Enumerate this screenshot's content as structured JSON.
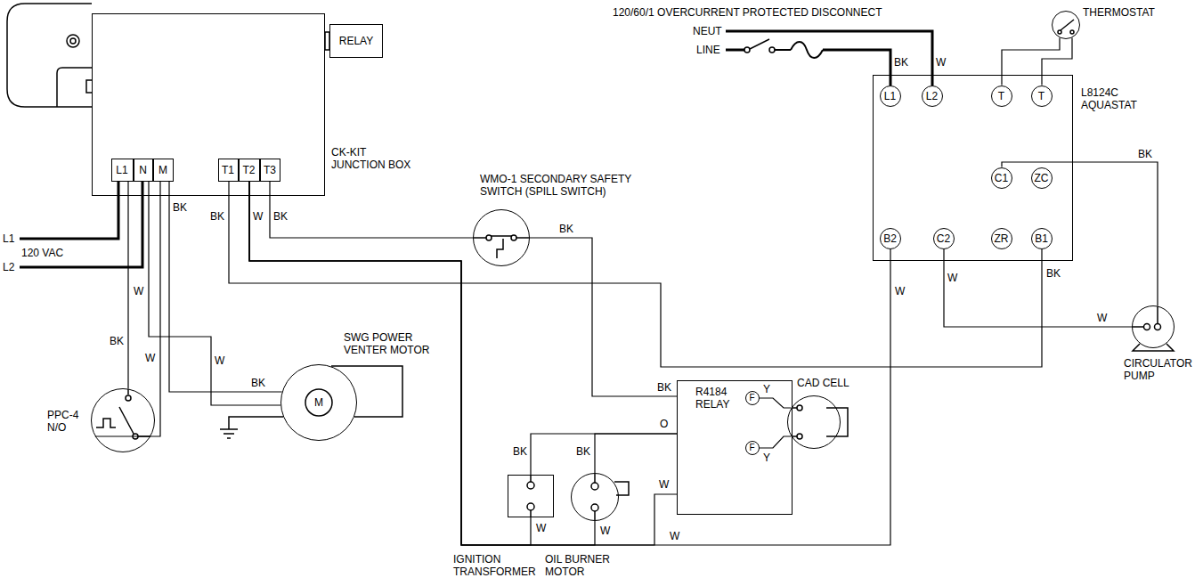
{
  "diagram": {
    "nodes": [
      {
        "text": [
          "CK-KIT JUNCTION BOX"
        ]
      },
      {
        "text": [
          "RELAY"
        ]
      },
      {
        "text": [
          "L1"
        ],
        "in": 0
      },
      {
        "text": [
          "N"
        ],
        "in": 0
      },
      {
        "text": [
          "M"
        ],
        "in": 0
      },
      {
        "text": [
          "T1"
        ],
        "in": 0
      },
      {
        "text": [
          "T2"
        ],
        "in": 0
      },
      {
        "text": [
          "T3"
        ],
        "in": 0
      },
      {
        "text": [
          "THERMOSTAT"
        ]
      },
      {
        "text": [
          "L8124C AQUASTAT"
        ]
      },
      {
        "text": [
          "L1"
        ],
        "in": 9
      },
      {
        "text": [
          "L2"
        ],
        "in": 9
      },
      {
        "text": [
          "T"
        ],
        "in": 9
      },
      {
        "text": [
          "T"
        ],
        "in": 9
      },
      {
        "text": [
          "C1"
        ],
        "in": 9
      },
      {
        "text": [
          "ZC"
        ],
        "in": 9
      },
      {
        "text": [
          "B2"
        ],
        "in": 9
      },
      {
        "text": [
          "C2"
        ],
        "in": 9
      },
      {
        "text": [
          "ZR"
        ],
        "in": 9
      },
      {
        "text": [
          "B1"
        ],
        "in": 9
      },
      {
        "text": [
          "WMO-1 SECONDARY SAFETY SWITCH (SPILL SWITCH)"
        ]
      },
      {
        "text": [
          "SWG POWER VENTER MOTOR",
          "M"
        ]
      },
      {
        "text": [
          "PPC-4 N/O"
        ]
      },
      {
        "text": [
          "CIRCULATOR PUMP"
        ]
      },
      {
        "text": [
          "R4184 RELAY"
        ]
      },
      {
        "text": [
          "F"
        ],
        "in": 24
      },
      {
        "text": [
          "F"
        ],
        "in": 24
      },
      {
        "text": [
          "CAD CELL"
        ]
      },
      {
        "text": [
          "IGNITION TRANSFORMER"
        ]
      },
      {
        "text": [
          "OIL BURNER MOTOR"
        ]
      }
    ],
    "edges": [
      {
        "from": 2,
        "to": 22,
        "arrow": "none"
      },
      {
        "from": 3,
        "to": 21,
        "arrow": "none"
      },
      {
        "from": 4,
        "to": 22,
        "arrow": "none"
      },
      {
        "from": 4,
        "to": 21,
        "arrow": "none"
      },
      {
        "from": 5,
        "to": 19,
        "arrow": "none"
      },
      {
        "from": 6,
        "to": 16,
        "arrow": "none"
      },
      {
        "from": 6,
        "to": 28,
        "arrow": "none"
      },
      {
        "from": 6,
        "to": 29,
        "arrow": "none"
      },
      {
        "from": 6,
        "to": 24,
        "arrow": "none"
      },
      {
        "from": 7,
        "to": 20,
        "arrow": "none"
      },
      {
        "from": 20,
        "to": 24,
        "arrow": "none"
      },
      {
        "from": 24,
        "to": 28,
        "arrow": "none"
      },
      {
        "from": 24,
        "to": 29,
        "arrow": "none"
      },
      {
        "from": 25,
        "to": 27,
        "arrow": "none"
      },
      {
        "from": 26,
        "to": 27,
        "arrow": "none"
      },
      {
        "from": 14,
        "to": 23,
        "arrow": "none"
      },
      {
        "from": 17,
        "to": 23,
        "arrow": "none"
      },
      {
        "from": 8,
        "to": 12,
        "arrow": "none"
      },
      {
        "from": 8,
        "to": 13,
        "arrow": "none"
      }
    ],
    "labels": [
      "120/60/1 OVERCURRENT PROTECTED DISCONNECT",
      "NEUT",
      "LINE",
      "BK",
      "W",
      "L1",
      "120 VAC",
      "L2",
      "W",
      "BK",
      "BK",
      "W",
      "BK",
      "BK",
      "W",
      "W",
      "BK",
      "BK",
      "BK",
      "O",
      "BK",
      "BK",
      "W",
      "W",
      "W",
      "W",
      "Y",
      "Y",
      "BK",
      "W",
      "W",
      "BK",
      "W"
    ]
  }
}
